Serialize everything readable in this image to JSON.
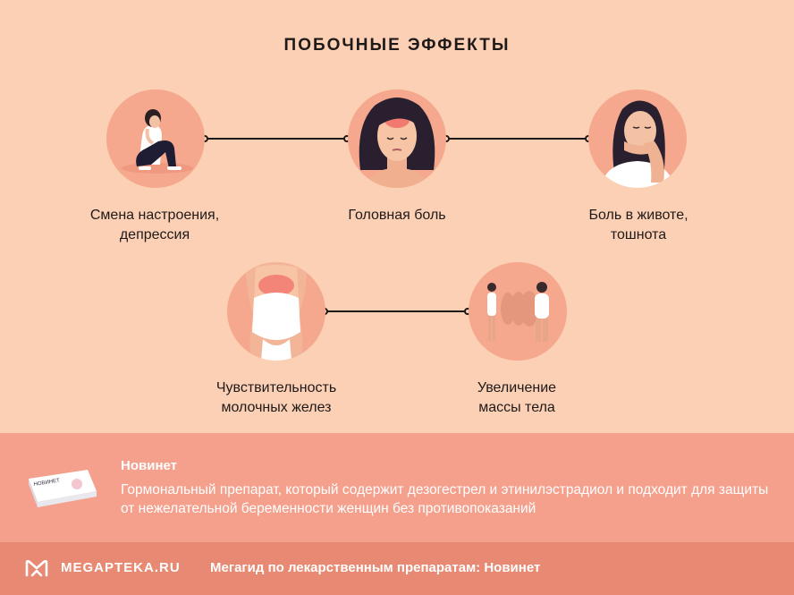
{
  "title": "ПОБОЧНЫЕ ЭФФЕКТЫ",
  "effects": [
    {
      "line1": "Смена настроения,",
      "line2": "депрессия"
    },
    {
      "line1": "Головная боль",
      "line2": ""
    },
    {
      "line1": "Боль в животе,",
      "line2": "тошнота"
    },
    {
      "line1": "Чувствительность",
      "line2": "молочных желез"
    },
    {
      "line1": "Увеличение",
      "line2": "массы тела"
    }
  ],
  "product": {
    "name": "Новинет",
    "box_text": "НОВИНЕТ",
    "description": "Гормональный препарат, который содержит дезогестрел и этинилэстрадиол и подходит для защиты от нежелательной беременности женщин без противопоказаний"
  },
  "footer": {
    "logo": "MEGAPTEKA.RU",
    "tagline": "Мегагид по лекарственным препаратам: Новинет"
  },
  "colors": {
    "background": "#fcd0b4",
    "circle": "#f5a88d",
    "info_band": "#f4a08c",
    "footer_band": "#e88973",
    "text": "#1f1a1a"
  }
}
